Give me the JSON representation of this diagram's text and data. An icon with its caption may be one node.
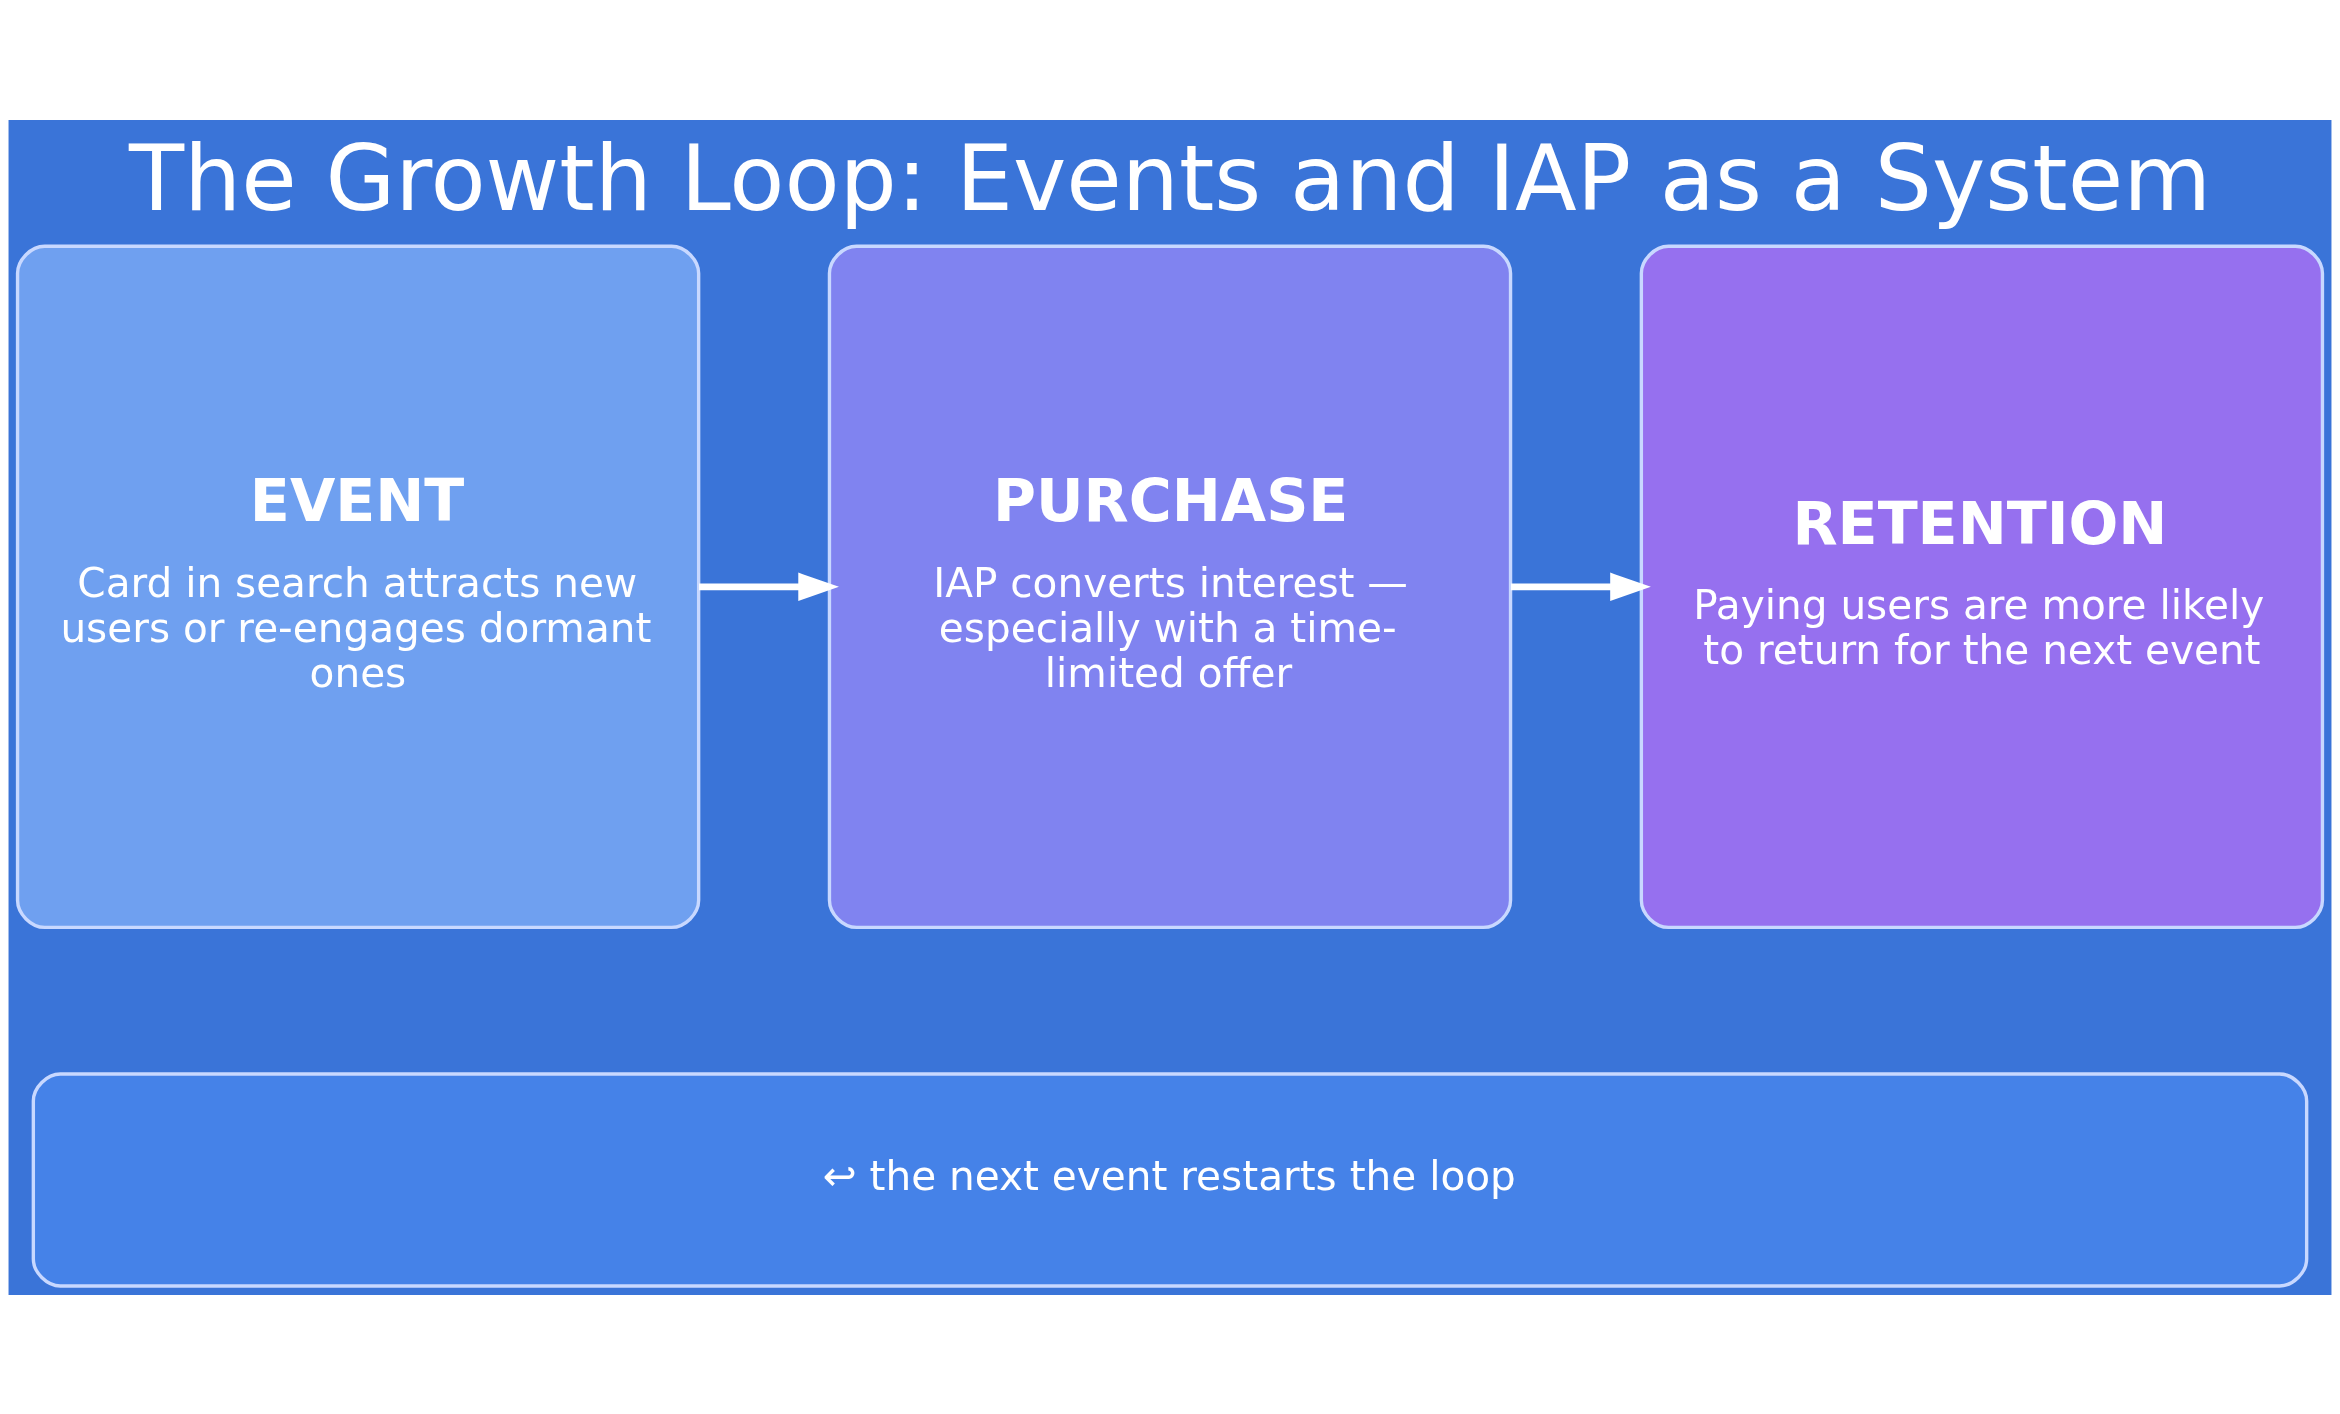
{
  "diagram": {
    "title": "The Growth Loop: Events and IAP as a System",
    "nodes": [
      {
        "text": [
          "EVENT",
          "Card in search attracts new users or re-engages dormant ones"
        ]
      },
      {
        "text": [
          "PURCHASE",
          "IAP converts interest — especially with a time-limited offer"
        ]
      },
      {
        "text": [
          "RETENTION",
          "Paying users are more likely to return for the next event"
        ]
      },
      {
        "text": [
          "↩ the next event restarts the loop"
        ]
      }
    ],
    "edges": [
      {
        "from": 0,
        "to": 1,
        "arrow": "to"
      },
      {
        "from": 1,
        "to": 2,
        "arrow": "to"
      }
    ]
  }
}
